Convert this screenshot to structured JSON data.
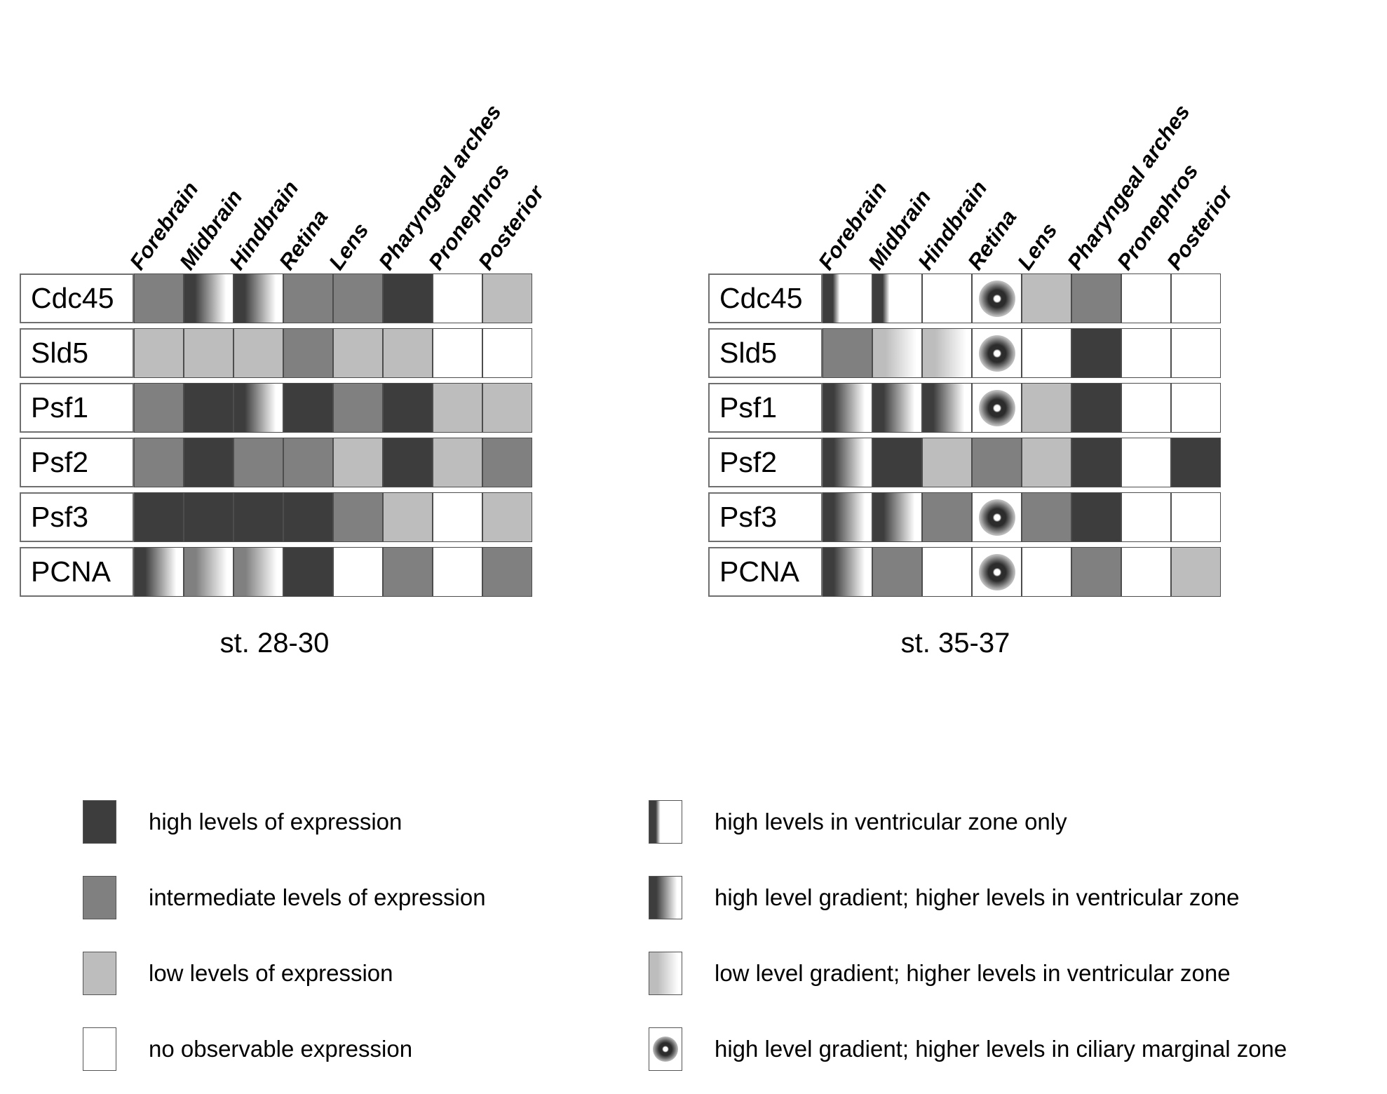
{
  "figure": {
    "columns": [
      "Forebrain",
      "Midbrain",
      "Hindbrain",
      "Retina",
      "Lens",
      "Pharyngeal arches",
      "Pronephros",
      "Posterior"
    ],
    "genes": [
      "Cdc45",
      "Sld5",
      "Psf1",
      "Psf2",
      "Psf3",
      "PCNA"
    ]
  },
  "chart_data": {
    "type": "heatmap",
    "title": "",
    "xlabel": "",
    "ylabel": "",
    "categories": [
      "Forebrain",
      "Midbrain",
      "Hindbrain",
      "Retina",
      "Lens",
      "Pharyngeal arches",
      "Pronephros",
      "Posterior"
    ],
    "rows": [
      "Cdc45",
      "Sld5",
      "Psf1",
      "Psf2",
      "Psf3",
      "PCNA"
    ],
    "value_scale": {
      "high": "high levels of expression",
      "intermediate": "intermediate levels of expression",
      "low": "low levels of expression",
      "none": "no observable expression",
      "vz_only": "high levels in ventricular zone only",
      "high_gradient": "high level gradient; higher levels in ventricular zone",
      "low_gradient": "low level gradient; higher levels in ventricular zone",
      "cmz_gradient": "high level gradient; higher levels in ciliary marginal zone"
    },
    "panels": [
      {
        "caption": "st. 28-30",
        "series": [
          {
            "name": "Cdc45",
            "values": [
              "intermediate",
              "high_gradient",
              "high_gradient",
              "intermediate",
              "intermediate",
              "high",
              "none",
              "low"
            ]
          },
          {
            "name": "Sld5",
            "values": [
              "low",
              "low",
              "low",
              "intermediate",
              "low",
              "low",
              "none",
              "none"
            ]
          },
          {
            "name": "Psf1",
            "values": [
              "intermediate",
              "high",
              "high_gradient",
              "high",
              "intermediate",
              "high",
              "low",
              "low"
            ]
          },
          {
            "name": "Psf2",
            "values": [
              "intermediate",
              "high",
              "intermediate",
              "intermediate",
              "low",
              "high",
              "low",
              "intermediate"
            ]
          },
          {
            "name": "Psf3",
            "values": [
              "high",
              "high",
              "high",
              "high",
              "intermediate",
              "low",
              "none",
              "low"
            ]
          },
          {
            "name": "PCNA",
            "values": [
              "high_gradient",
              "intermediate_gradient",
              "intermediate_gradient",
              "high",
              "none",
              "intermediate",
              "none",
              "intermediate"
            ]
          }
        ]
      },
      {
        "caption": "st. 35-37",
        "series": [
          {
            "name": "Cdc45",
            "values": [
              "vz_only",
              "vz_only",
              "none",
              "cmz_gradient",
              "low",
              "intermediate",
              "none",
              "none"
            ]
          },
          {
            "name": "Sld5",
            "values": [
              "intermediate",
              "low_gradient",
              "low_gradient",
              "cmz_gradient",
              "none",
              "high",
              "none",
              "none"
            ]
          },
          {
            "name": "Psf1",
            "values": [
              "high_gradient",
              "high_gradient",
              "high_gradient",
              "cmz_gradient",
              "low",
              "high",
              "none",
              "none"
            ]
          },
          {
            "name": "Psf2",
            "values": [
              "high_gradient",
              "high",
              "low",
              "intermediate",
              "low",
              "high",
              "none",
              "high"
            ]
          },
          {
            "name": "Psf3",
            "values": [
              "high_gradient",
              "high_gradient",
              "intermediate",
              "cmz_gradient",
              "intermediate",
              "high",
              "none",
              "none"
            ]
          },
          {
            "name": "PCNA",
            "values": [
              "high_gradient",
              "intermediate",
              "none",
              "cmz_gradient",
              "none",
              "intermediate",
              "none",
              "low"
            ]
          }
        ]
      }
    ],
    "legend": {
      "left": [
        {
          "swatch": "high",
          "label": "high levels of expression"
        },
        {
          "swatch": "intermediate",
          "label": "intermediate levels of expression"
        },
        {
          "swatch": "low",
          "label": "low levels of expression"
        },
        {
          "swatch": "none",
          "label": "no observable expression"
        }
      ],
      "right": [
        {
          "swatch": "vz_only",
          "label": "high levels in ventricular zone only"
        },
        {
          "swatch": "high_gradient",
          "label": "high level gradient; higher levels in ventricular zone"
        },
        {
          "swatch": "low_gradient",
          "label": "low level gradient; higher levels in ventricular zone"
        },
        {
          "swatch": "cmz_gradient",
          "label": "high level gradient; higher levels in ciliary marginal zone"
        }
      ]
    }
  }
}
